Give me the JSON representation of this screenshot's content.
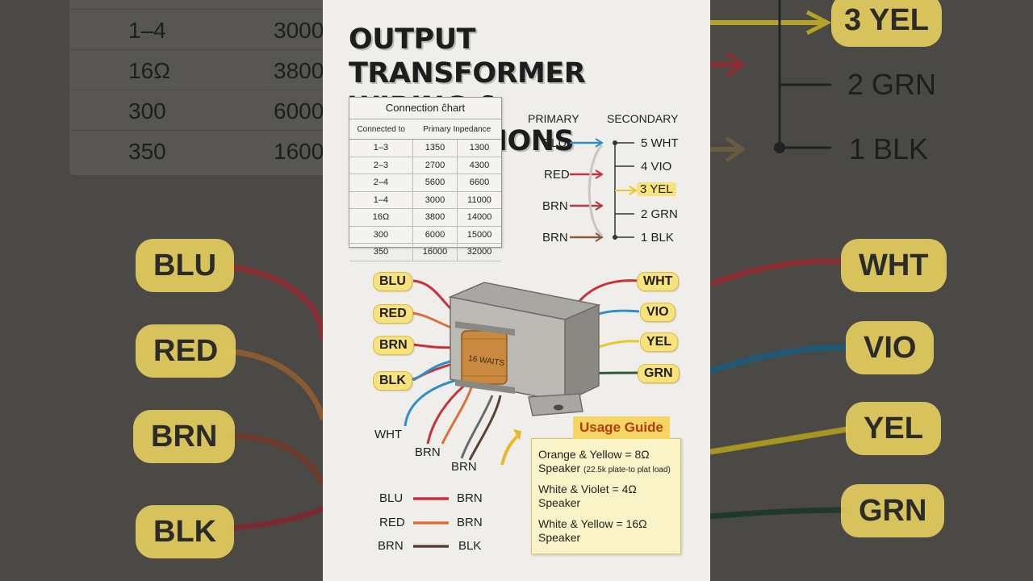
{
  "title": {
    "line1": "OUTPUT TRANSFORMER",
    "line2": "WIRING & CONNECTIONS"
  },
  "chart": {
    "title": "Connection ĉhart",
    "headers": [
      "Connected to",
      "Primary Inpedance",
      ""
    ],
    "rows": [
      [
        "1–3",
        "1350",
        "1300"
      ],
      [
        "2–3",
        "2700",
        "4300"
      ],
      [
        "2–4",
        "5600",
        "6600"
      ],
      [
        "1–4",
        "3000",
        "11000"
      ],
      [
        "16Ω",
        "3800",
        "14000"
      ],
      [
        "300",
        "6000",
        "15000"
      ],
      [
        "350",
        "16000",
        "32000"
      ]
    ]
  },
  "schematic": {
    "primary_header": "PRIMARY",
    "secondary_header": "SECONDARY",
    "primary": [
      "BLU",
      "RED",
      "BRN",
      "BRN"
    ],
    "secondary": [
      "5 WHT",
      "4 VIO",
      "3 YEL",
      "2 GRN",
      "1 BLK"
    ]
  },
  "transformer": {
    "coil_label": "16 WAITS",
    "left_tags": [
      "BLU",
      "RED",
      "BRN",
      "BLK"
    ],
    "right_tags": [
      "WHT",
      "VIO",
      "YEL",
      "GRN"
    ],
    "bottom_labels": [
      "WHT",
      "BRN",
      "BRN"
    ]
  },
  "pairs": [
    {
      "left": "BLU",
      "right": "BRN"
    },
    {
      "left": "RED",
      "right": "BRN"
    },
    {
      "left": "BRN",
      "right": "BLK"
    }
  ],
  "guide": {
    "title": "Usage Guide",
    "item1": "Orange & Yellow = 8Ω",
    "item1b": "Speaker",
    "item1c": "(22.5k plate-to plat load)",
    "item2": "White & Violet = 4Ω",
    "item2b": "Speaker",
    "item3": "White & Yellow = 16Ω",
    "item3b": "Speaker"
  },
  "background": {
    "table_rows": [
      [
        "1–4",
        "3000"
      ],
      [
        "16Ω",
        "3800"
      ],
      [
        "300",
        "6000"
      ],
      [
        "350",
        "1600"
      ]
    ],
    "left_tags": [
      "BLU",
      "RED",
      "BRN",
      "BLK"
    ],
    "right_tags": [
      "WHT",
      "VIO",
      "YEL",
      "GRN"
    ],
    "right_labels": [
      "3 YEL",
      "2 GRN",
      "1 BLK"
    ]
  },
  "colors": {
    "blue": "#2e8ec8",
    "red": "#c8323a",
    "orange": "#d9703a",
    "brown": "#8a5a3a",
    "yellow": "#e6c82a",
    "green": "#2e5a3a",
    "tag": "#f7e27b"
  }
}
